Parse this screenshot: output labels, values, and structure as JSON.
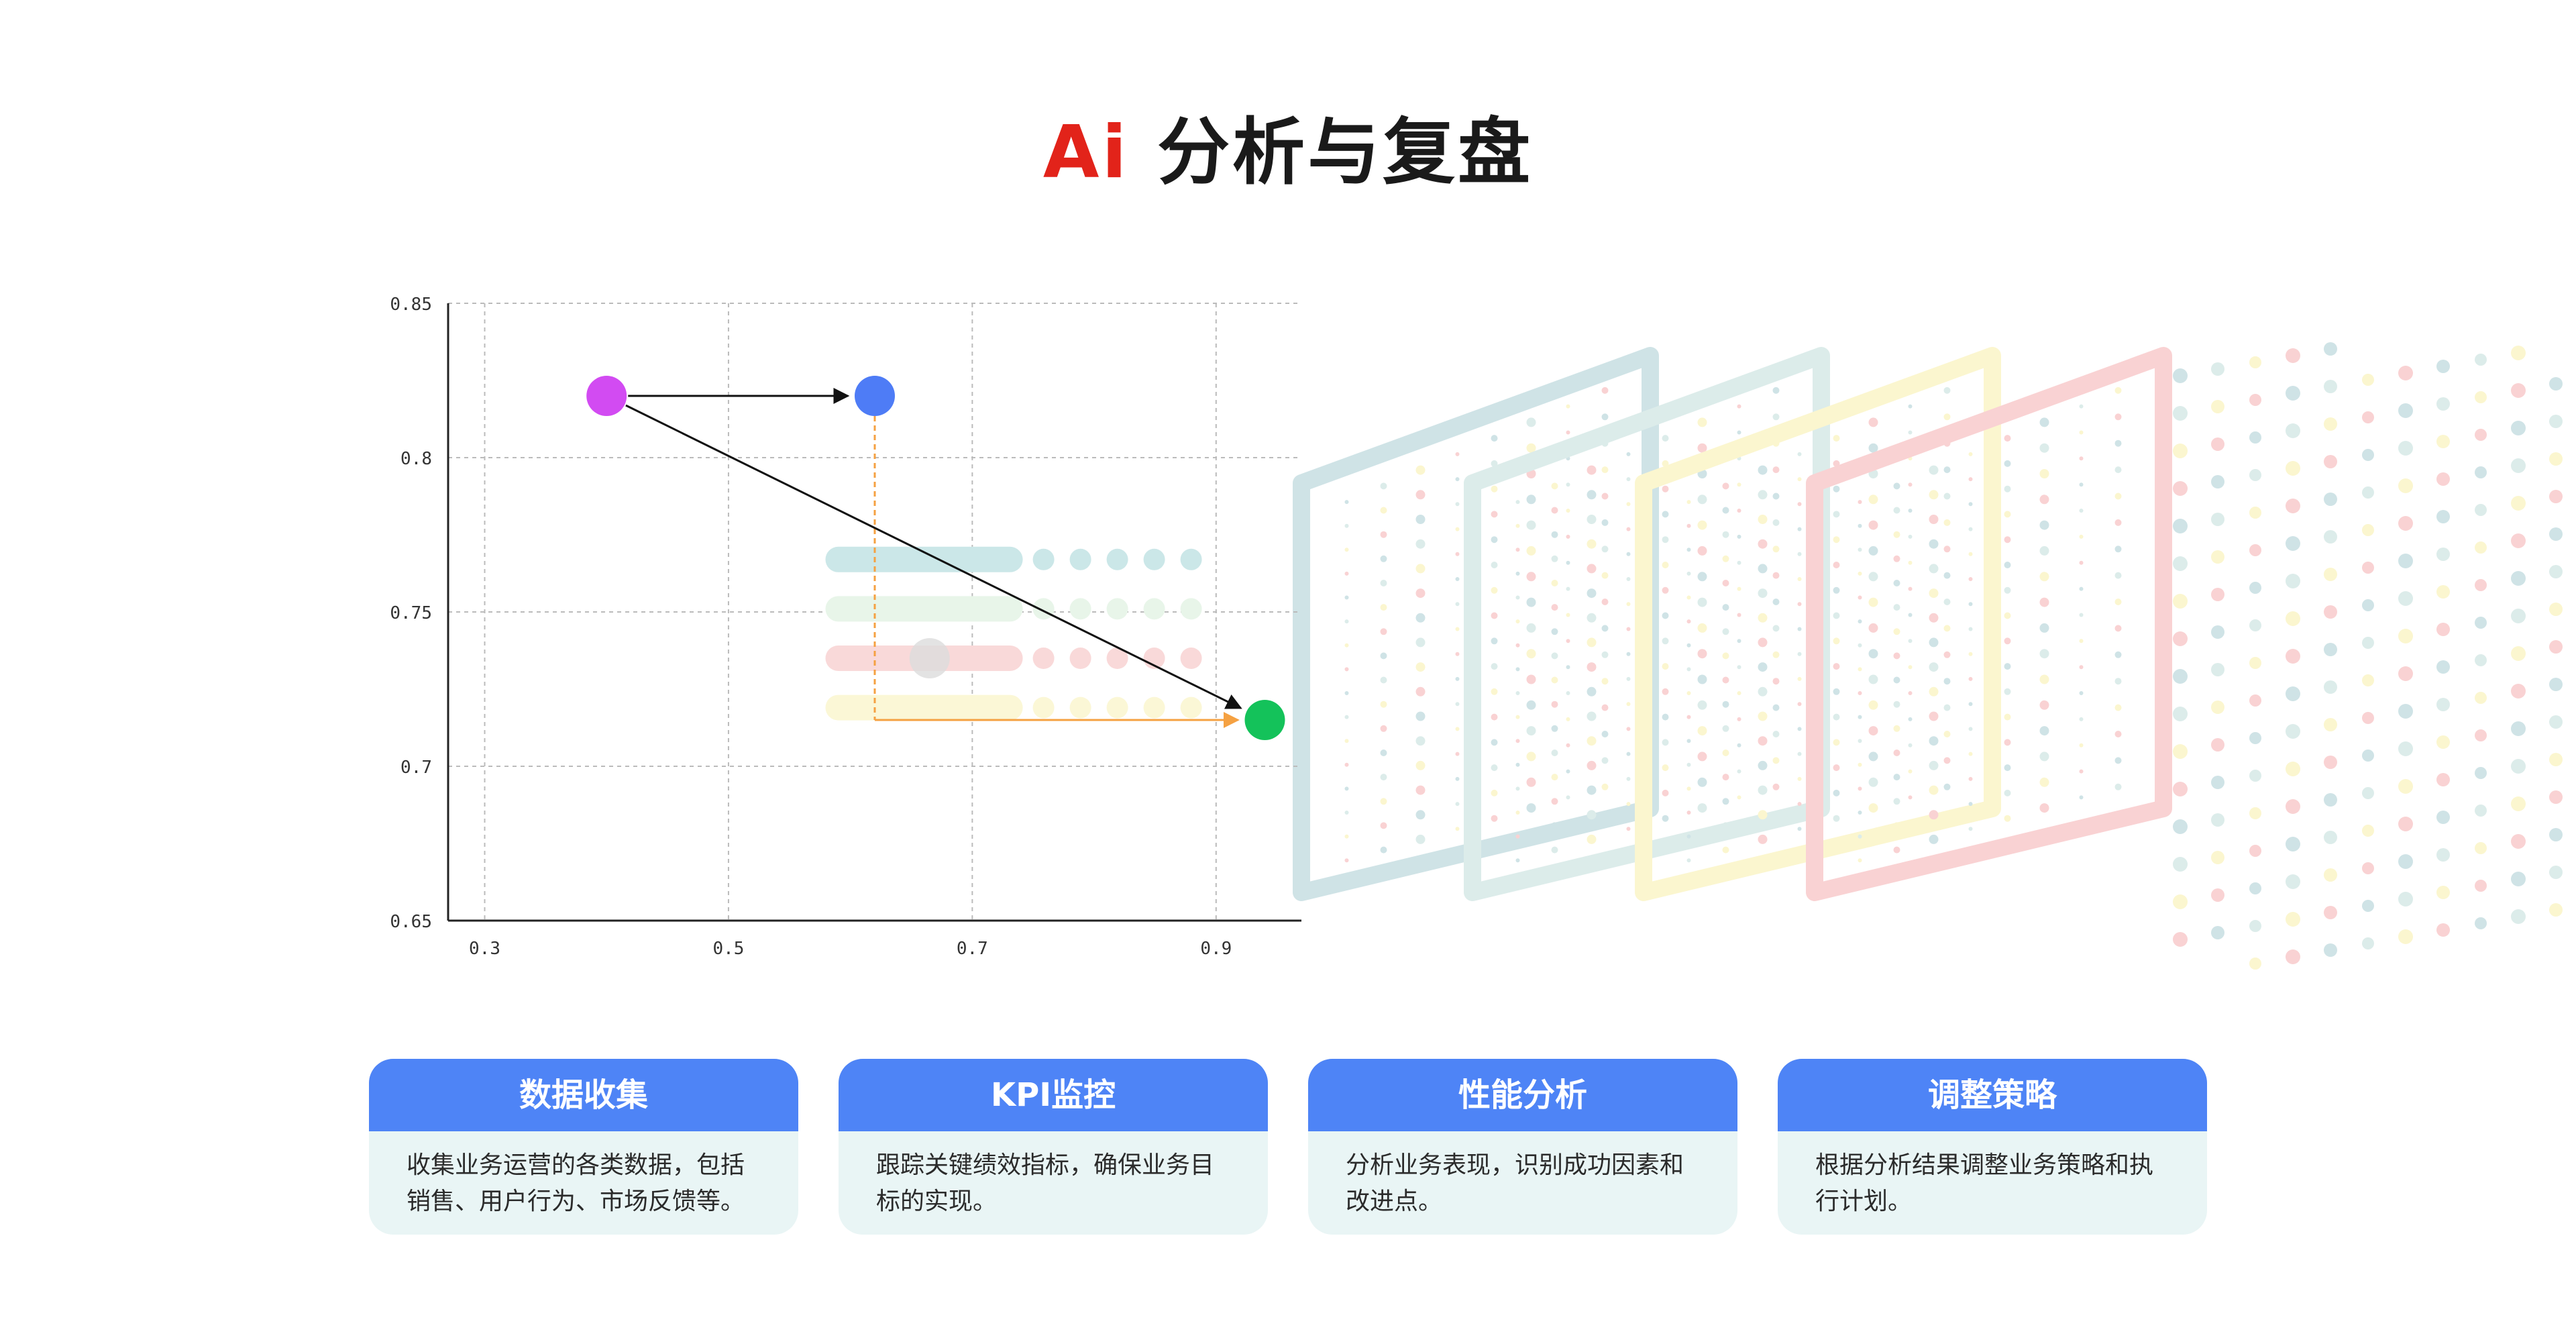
{
  "title": {
    "prefix": "Ai",
    "rest": " 分析与复盘"
  },
  "chart_data": {
    "type": "scatter",
    "title": "",
    "xlabel": "",
    "ylabel": "",
    "xlim": [
      0.27,
      0.97
    ],
    "ylim": [
      0.65,
      0.85
    ],
    "x_ticks": [
      "0.3",
      "0.5",
      "0.7",
      "0.9"
    ],
    "y_ticks": [
      "0.85",
      "0.8",
      "0.75",
      "0.7",
      "0.65"
    ],
    "grid": true,
    "points": [
      {
        "x": 0.4,
        "y": 0.82,
        "color": "#d24bf2"
      },
      {
        "x": 0.62,
        "y": 0.82,
        "color": "#4e7cf6"
      },
      {
        "x": 0.94,
        "y": 0.715,
        "color": "#14c25a"
      }
    ],
    "bars": [
      {
        "y": 0.767,
        "x0": 0.59,
        "x1": 0.83,
        "color": "#cbe7e8"
      },
      {
        "y": 0.751,
        "x0": 0.59,
        "x1": 0.83,
        "color": "#e8f5e9"
      },
      {
        "y": 0.735,
        "x0": 0.59,
        "x1": 0.83,
        "color": "#f9d9d9"
      },
      {
        "y": 0.719,
        "x0": 0.59,
        "x1": 0.83,
        "color": "#fbf7d6"
      }
    ],
    "arrows": [
      {
        "from": [
          0.4,
          0.82
        ],
        "to": [
          0.62,
          0.82
        ],
        "color": "#111111"
      },
      {
        "from": [
          0.4,
          0.82
        ],
        "to": [
          0.94,
          0.715
        ],
        "color": "#111111"
      }
    ],
    "guides": {
      "color": "#f5a142"
    }
  },
  "layers": {
    "colors": [
      "#cfe3e6",
      "#dcecea",
      "#fbf6cf",
      "#f9d2d3"
    ]
  },
  "cards": [
    {
      "title": "数据收集",
      "line1": "收集业务运营的各类数据，包括",
      "line2": "销售、用户行为、市场反馈等。"
    },
    {
      "title": "KPI监控",
      "line1": "跟踪关键绩效指标，确保业务目",
      "line2": "标的实现。"
    },
    {
      "title": "性能分析",
      "line1": "分析业务表现，识别成功因素和",
      "line2": "改进点。"
    },
    {
      "title": "调整策略",
      "line1": "根据分析结果调整业务策略和执",
      "line2": "行计划。"
    }
  ]
}
